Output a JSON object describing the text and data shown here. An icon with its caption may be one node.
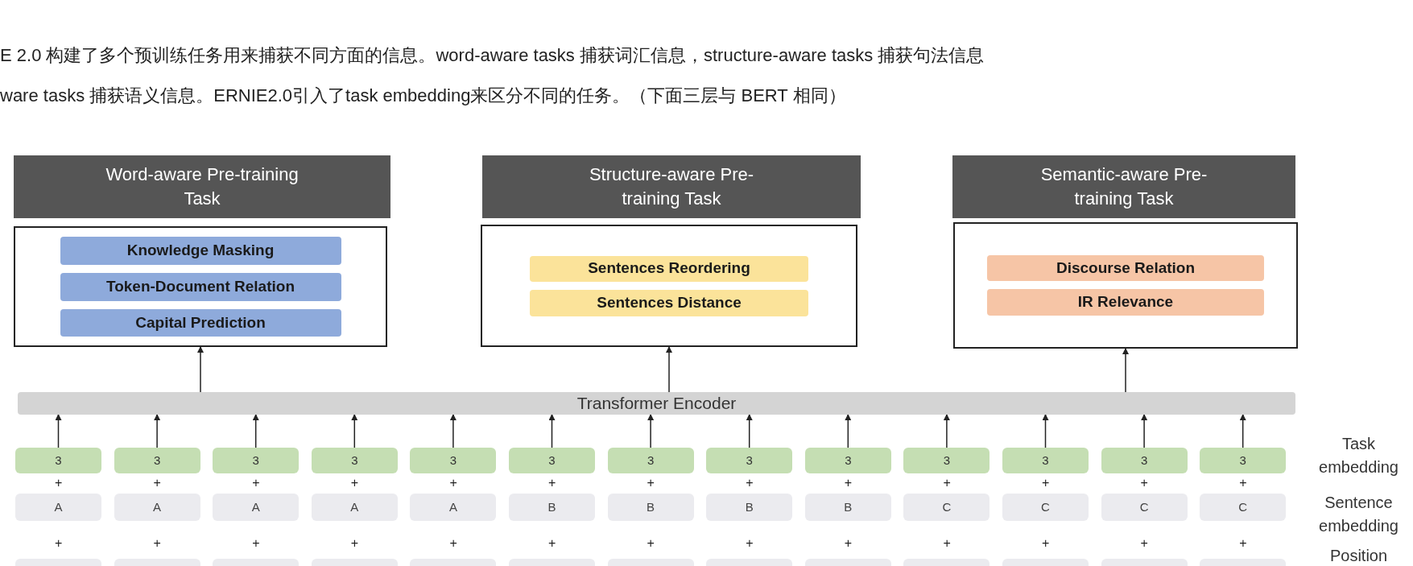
{
  "diagram": {
    "nodes": [
      {
        "text": [
          "Word-aware Pre-training Task"
        ]
      },
      {
        "text": [],
        "shape": "box"
      },
      {
        "text": [
          "Knowledge Masking"
        ],
        "in": 1
      },
      {
        "text": [
          "Token-Document Relation"
        ],
        "in": 1
      },
      {
        "text": [
          "Capital Prediction"
        ],
        "in": 1
      },
      {
        "text": [
          "Structure-aware Pre-training Task"
        ]
      },
      {
        "text": [],
        "shape": "box"
      },
      {
        "text": [
          "Sentences Reordering"
        ],
        "in": 6
      },
      {
        "text": [
          "Sentences Distance"
        ],
        "in": 6
      },
      {
        "text": [
          "Semantic-aware Pre-training Task"
        ]
      },
      {
        "text": [],
        "shape": "box"
      },
      {
        "text": [
          "Discourse Relation"
        ],
        "in": 10
      },
      {
        "text": [
          "IR Relevance"
        ],
        "in": 10
      },
      {
        "text": [
          "Transformer Encoder"
        ]
      },
      {
        "text": [
          "3"
        ]
      },
      {
        "text": [
          "3"
        ]
      },
      {
        "text": [
          "3"
        ]
      },
      {
        "text": [
          "3"
        ]
      },
      {
        "text": [
          "3"
        ]
      },
      {
        "text": [
          "3"
        ]
      },
      {
        "text": [
          "3"
        ]
      },
      {
        "text": [
          "3"
        ]
      },
      {
        "text": [
          "3"
        ]
      },
      {
        "text": [
          "3"
        ]
      },
      {
        "text": [
          "3"
        ]
      },
      {
        "text": [
          "3"
        ]
      },
      {
        "text": [
          "3"
        ]
      },
      {
        "text": [
          "A"
        ]
      },
      {
        "text": [
          "A"
        ]
      },
      {
        "text": [
          "A"
        ]
      },
      {
        "text": [
          "A"
        ]
      },
      {
        "text": [
          "A"
        ]
      },
      {
        "text": [
          "B"
        ]
      },
      {
        "text": [
          "B"
        ]
      },
      {
        "text": [
          "B"
        ]
      },
      {
        "text": [
          "B"
        ]
      },
      {
        "text": [
          "C"
        ]
      },
      {
        "text": [
          "C"
        ]
      },
      {
        "text": [
          "C"
        ]
      },
      {
        "text": [
          "C"
        ]
      },
      {
        "text": [],
        "shape": "box"
      },
      {
        "text": [],
        "shape": "box"
      },
      {
        "text": [],
        "shape": "box"
      },
      {
        "text": [],
        "shape": "box"
      },
      {
        "text": [],
        "shape": "box"
      },
      {
        "text": [],
        "shape": "box"
      },
      {
        "text": [],
        "shape": "box"
      },
      {
        "text": [],
        "shape": "box"
      },
      {
        "text": [],
        "shape": "box"
      },
      {
        "text": [],
        "shape": "box"
      },
      {
        "text": [],
        "shape": "box"
      },
      {
        "text": [],
        "shape": "box"
      },
      {
        "text": [],
        "shape": "box"
      }
    ],
    "edges": [
      {
        "from": 13,
        "to": 1,
        "arrow": "to"
      },
      {
        "from": 13,
        "to": 6,
        "arrow": "to"
      },
      {
        "from": 13,
        "to": 10,
        "arrow": "to"
      },
      {
        "from": 14,
        "to": 13,
        "arrow": "to"
      },
      {
        "from": 15,
        "to": 13,
        "arrow": "to"
      },
      {
        "from": 16,
        "to": 13,
        "arrow": "to"
      },
      {
        "from": 17,
        "to": 13,
        "arrow": "to"
      },
      {
        "from": 18,
        "to": 13,
        "arrow": "to"
      },
      {
        "from": 19,
        "to": 13,
        "arrow": "to"
      },
      {
        "from": 20,
        "to": 13,
        "arrow": "to"
      },
      {
        "from": 21,
        "to": 13,
        "arrow": "to"
      },
      {
        "from": 22,
        "to": 13,
        "arrow": "to"
      },
      {
        "from": 23,
        "to": 13,
        "arrow": "to"
      },
      {
        "from": 24,
        "to": 13,
        "arrow": "to"
      },
      {
        "from": 25,
        "to": 13,
        "arrow": "to"
      },
      {
        "from": 26,
        "to": 13,
        "arrow": "to"
      }
    ],
    "labels": [
      "E 2.0 构建了多个预训练任务用来捕获不同方面的信息。word-aware tasks 捕获词汇信息，structure-aware tasks 捕获句法信息",
      "ware tasks 捕获语义信息。ERNIE2.0引入了task embedding来区分不同的任务。（下面三层与 BERT 相同）",
      "Task embedding",
      "+",
      "+",
      "+",
      "+",
      "+",
      "+",
      "+",
      "+",
      "+",
      "+",
      "+",
      "+",
      "+",
      "Sentence embedding",
      "+",
      "+",
      "+",
      "+",
      "+",
      "+",
      "+",
      "+",
      "+",
      "+",
      "+",
      "+",
      "+",
      "Position"
    ]
  }
}
